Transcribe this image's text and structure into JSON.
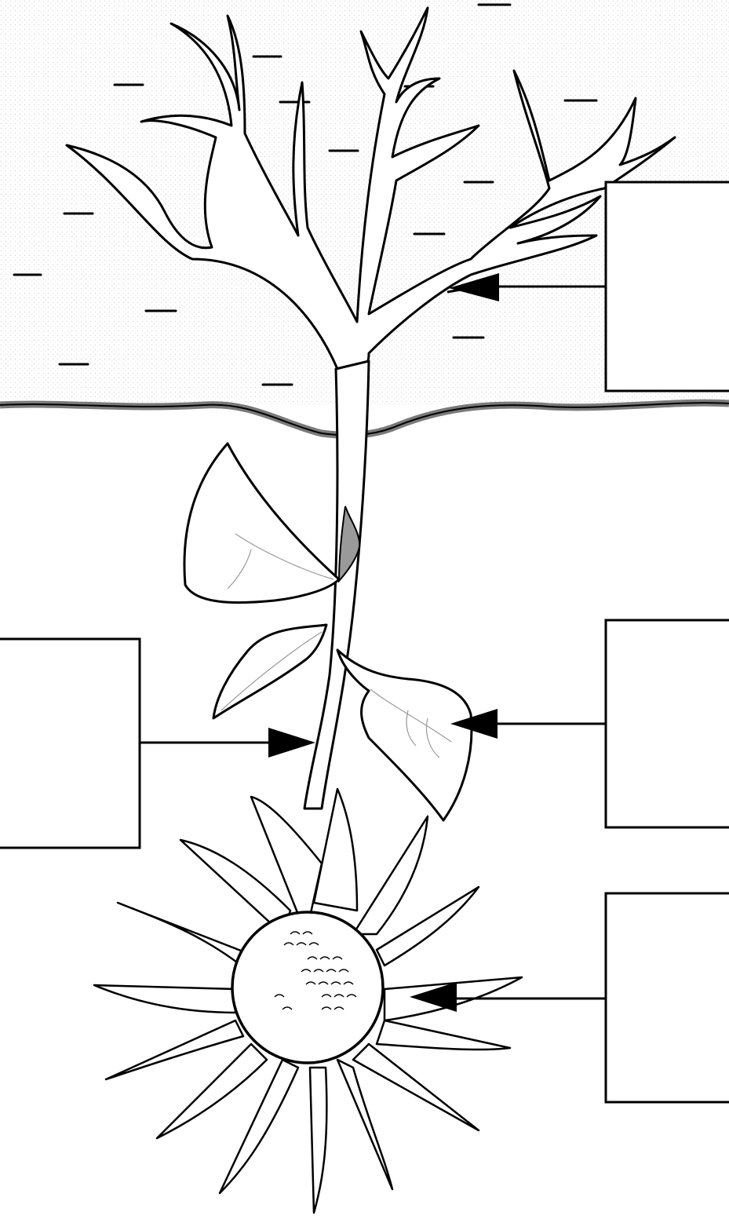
{
  "diagram": {
    "type": "plant-parts-labeling",
    "orientation": "upside-down",
    "parts": [
      "roots",
      "stem",
      "leaf",
      "flower"
    ],
    "label_boxes": [
      {
        "id": "roots-label",
        "text": "",
        "arrow_target": "roots"
      },
      {
        "id": "stem-label",
        "text": "",
        "arrow_target": "stem"
      },
      {
        "id": "leaf-label",
        "text": "",
        "arrow_target": "leaf"
      },
      {
        "id": "flower-label",
        "text": "",
        "arrow_target": "flower"
      }
    ],
    "colors": {
      "ink": "#000000",
      "soil_texture": "#cfcfcf",
      "ground_line": "#7a7a7a",
      "background": "#ffffff"
    }
  }
}
